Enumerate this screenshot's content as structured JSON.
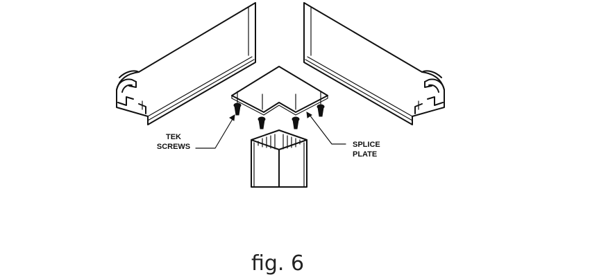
{
  "labels": {
    "tek_screws": [
      "TEK",
      "SCREWS"
    ],
    "splice_plate": [
      "SPLICE",
      "PLATE"
    ]
  },
  "caption": "fig. 6"
}
